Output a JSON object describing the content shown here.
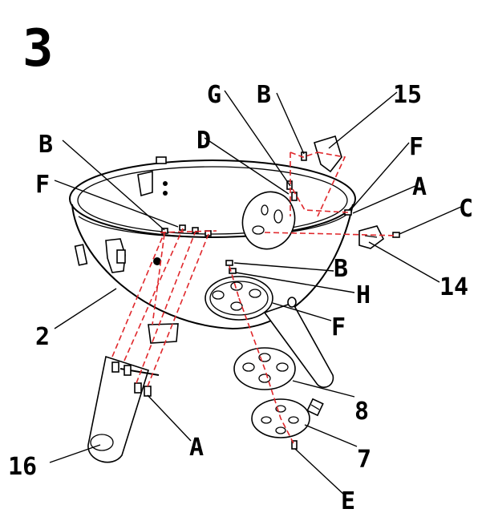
{
  "step": "3",
  "labels": {
    "a": "A",
    "b": "B",
    "c": "C",
    "d": "D",
    "e": "E",
    "f": "F",
    "g": "G",
    "h": "H",
    "p2": "2",
    "p7": "7",
    "p8": "8",
    "p14": "14",
    "p15": "15",
    "p16": "16"
  },
  "colors": {
    "assembly_line": "#e0272b",
    "outline": "#000000",
    "background": "#ffffff"
  }
}
